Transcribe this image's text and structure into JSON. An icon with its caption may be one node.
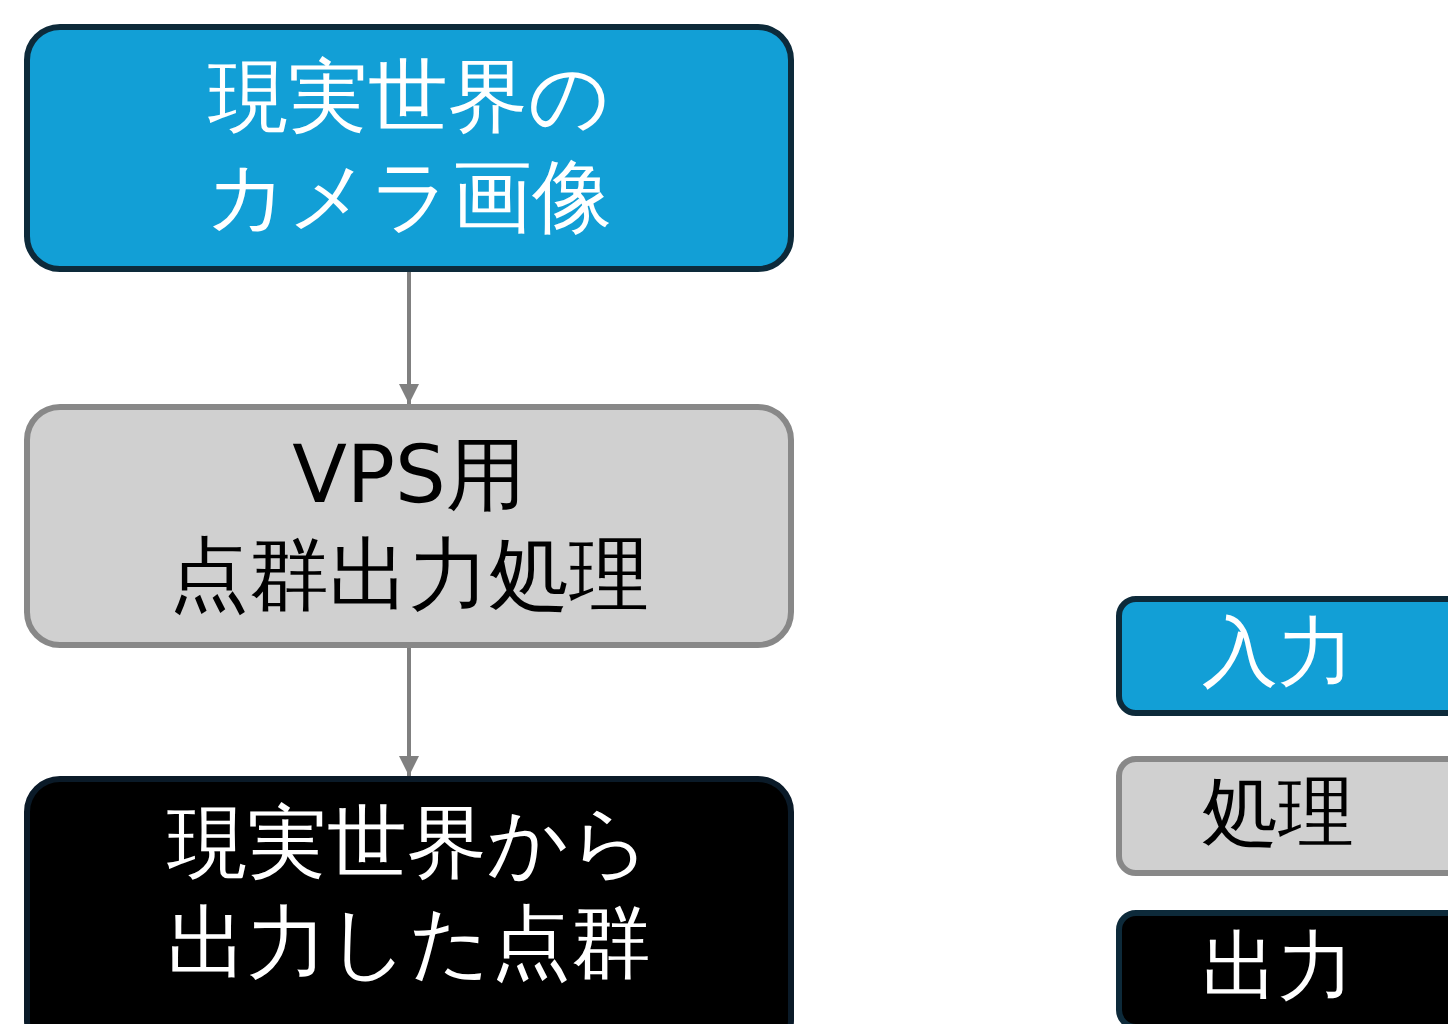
{
  "diagram": {
    "nodes": [
      {
        "text": [
          "現実世界のカメラ画像"
        ]
      },
      {
        "text": [
          "VPS用点群出力処理"
        ]
      },
      {
        "text": [
          "現実世界から出力した点群"
        ]
      }
    ],
    "edges": [
      {
        "from": 0,
        "to": 1,
        "arrow": "to"
      },
      {
        "from": 1,
        "to": 2,
        "arrow": "to"
      }
    ],
    "legend": [
      {
        "text": "入力",
        "color": "#129fd6"
      },
      {
        "text": "処理",
        "color": "#d0d0d0"
      },
      {
        "text": "出力",
        "color": "#000000"
      }
    ]
  }
}
